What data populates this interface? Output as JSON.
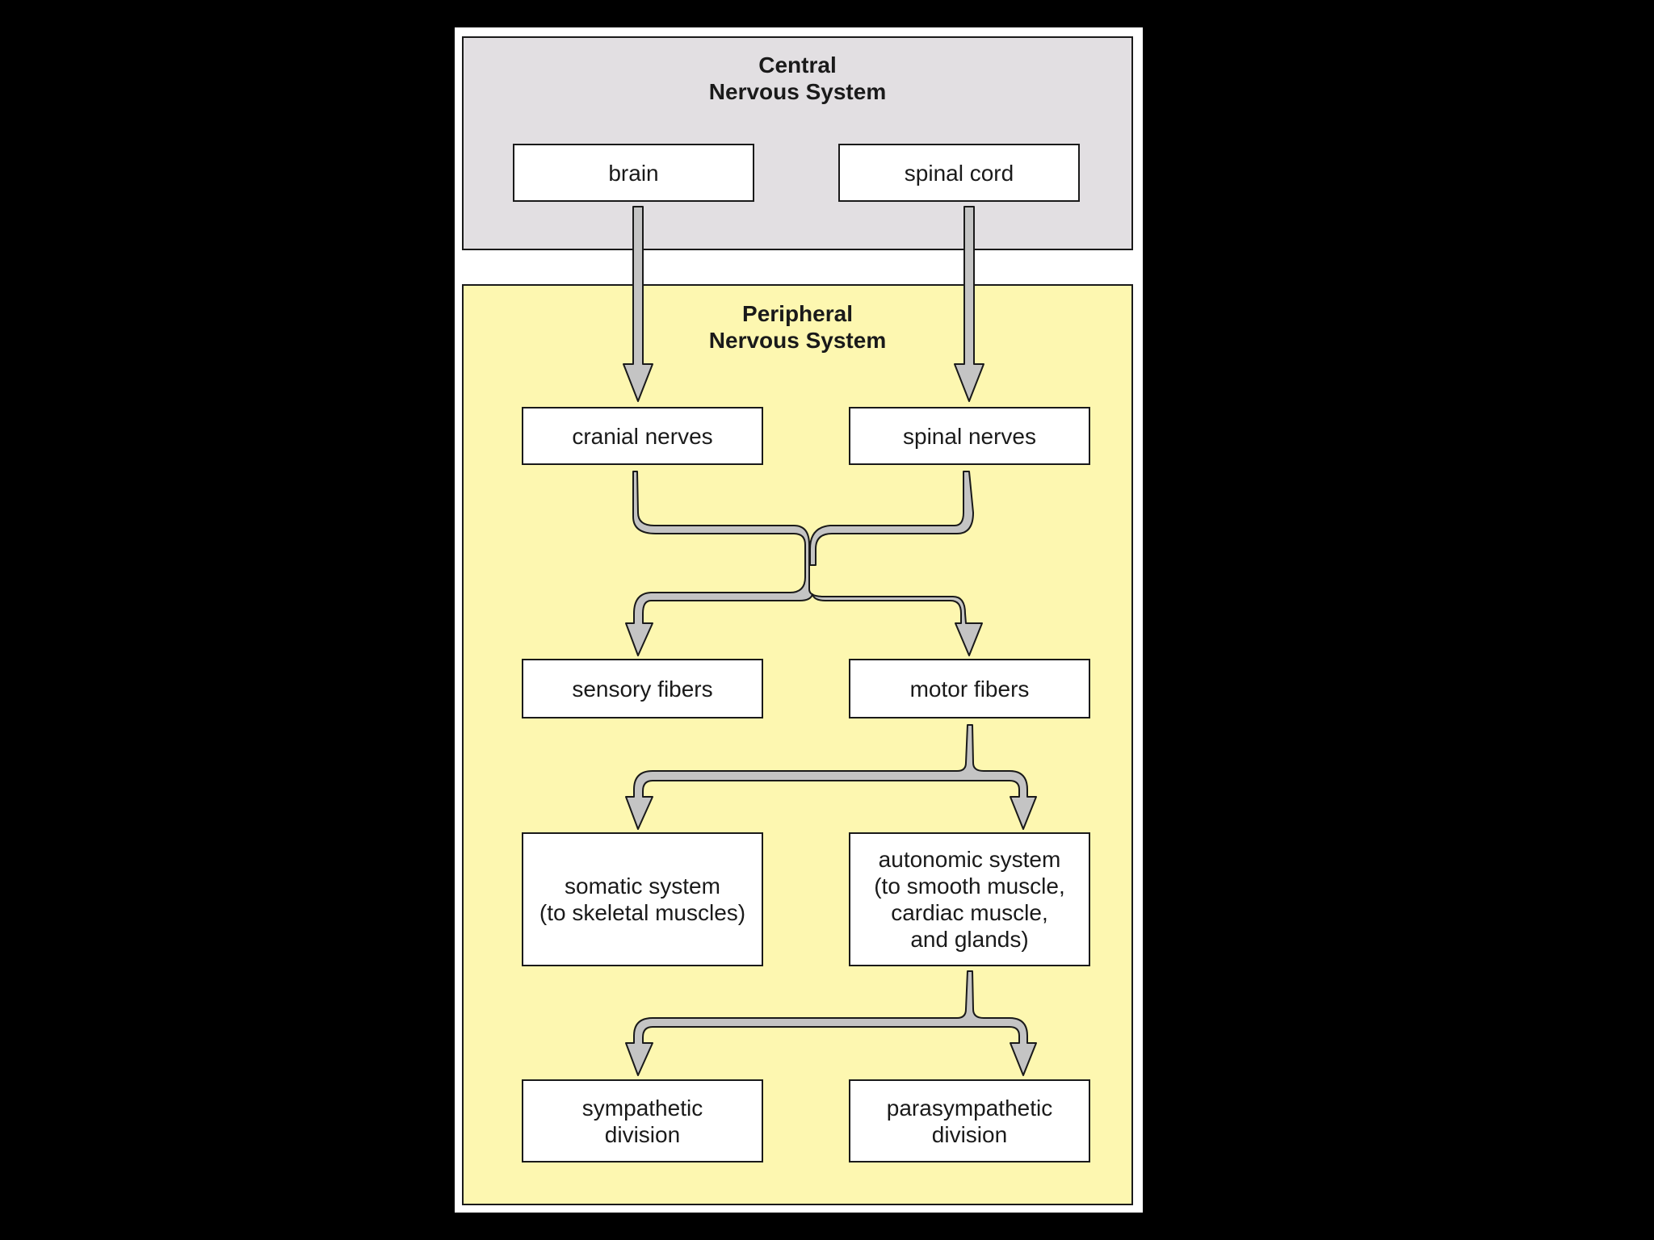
{
  "colors": {
    "background": "#000000",
    "page": "#ffffff",
    "cns_fill": "#e2dfe2",
    "pns_fill": "#fdf7b0",
    "box_fill": "#ffffff",
    "arrow_fill": "#c4c4c4",
    "stroke": "#1a1a1a"
  },
  "cns": {
    "title": "Central\nNervous System",
    "brain": "brain",
    "spinal_cord": "spinal cord"
  },
  "pns": {
    "title": "Peripheral\nNervous System",
    "cranial_nerves": "cranial nerves",
    "spinal_nerves": "spinal nerves",
    "sensory_fibers": "sensory fibers",
    "motor_fibers": "motor fibers",
    "somatic_system": "somatic system\n(to skeletal muscles)",
    "autonomic_system": "autonomic system\n(to smooth muscle,\ncardiac muscle,\nand glands)",
    "sympathetic_division": "sympathetic\ndivision",
    "parasympathetic_division": "parasympathetic\ndivision"
  }
}
